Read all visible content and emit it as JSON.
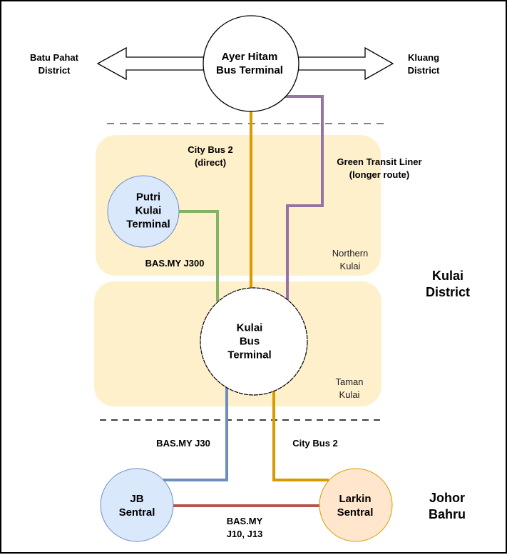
{
  "colors": {
    "zone_fill": "#fff0cc",
    "route_city_bus_2": "#d79b00",
    "route_green_transit": "#9673a6",
    "route_j300": "#82b366",
    "route_j30": "#6c8ebf",
    "route_j10_j13": "#b85450",
    "node_blue_fill": "#dae8fc",
    "node_blue_stroke": "#6c8ebf",
    "node_orange_fill": "#ffe6cc",
    "node_orange_stroke": "#d79b00",
    "divider": "#808080"
  },
  "destinations": {
    "west": "Batu Pahat\nDistrict",
    "east": "Kluang\nDistrict"
  },
  "nodes": {
    "ayer_hitam": "Ayer Hitam\nBus Terminal",
    "putri_kulai": "Putri\nKulai\nTerminal",
    "kulai": "Kulai\nBus\nTerminal",
    "jb_sentral": "JB\nSentral",
    "larkin": "Larkin\nSentral"
  },
  "zones": {
    "northern_kulai": "Northern\nKulai",
    "taman_kulai": "Taman\nKulai"
  },
  "regions": {
    "kulai_district": "Kulai\nDistrict",
    "johor_bahru": "Johor\nBahru"
  },
  "routes": {
    "city_bus_2_direct": "City Bus 2\n(direct)",
    "green_transit": "Green Transit Liner\n(longer route)",
    "j300": "BAS.MY J300",
    "j30": "BAS.MY J30",
    "city_bus_2": "City Bus 2",
    "j10_j13": "BAS.MY\nJ10, J13"
  }
}
